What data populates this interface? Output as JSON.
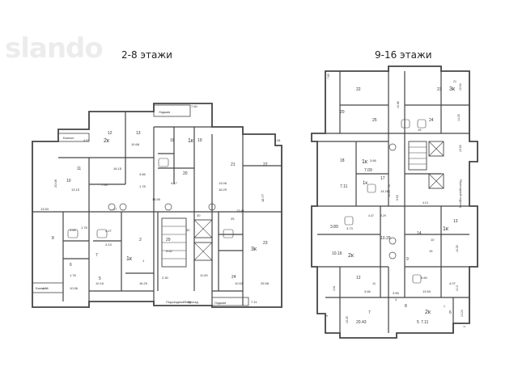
{
  "watermark": "slando",
  "headings": {
    "left_floors": "2-8 этажи",
    "right_floors": "9-16 этажи"
  },
  "left_plan": {
    "labels": {
      "balcony_top": "Балкон",
      "balcony_bottom": "Балкон",
      "loggia_top": "Лоджия",
      "loggia_bottom": "Лоджия",
      "entrance": "Подъездный подъезд",
      "apt_2k": "2к",
      "apt_1k_top": "1к",
      "apt_1k_mid": "1к",
      "apt_3k": "3к"
    },
    "numbers": [
      "4.07",
      "11",
      "12",
      "13",
      "10.68",
      "16.15",
      "7.49",
      "3.66",
      "1.78",
      "18",
      "19",
      "20",
      "4.17",
      "21",
      "22",
      "23",
      "13.06",
      "16.29",
      "18.77",
      "10",
      "13.15",
      "20.06",
      "13.53",
      "17",
      "16.55",
      "13.41",
      "8",
      "3.89",
      "4.27",
      "4.13",
      "1.78",
      "7",
      "6",
      "5",
      "2",
      "1",
      "1.78",
      "4.06",
      "10.56",
      "10.16",
      "16.29",
      "30",
      "32",
      "29",
      "9.62",
      "2.30",
      "11.60",
      "25",
      "24",
      "10.63",
      "25.58",
      "7.11",
      "7.81",
      "7.35",
      "7.60"
    ]
  },
  "right_plan": {
    "labels": {
      "apt_3k": "3к",
      "apt_1k_a": "1к",
      "apt_1k_b": "1к",
      "apt_1k_c": "1к",
      "apt_2k_a": "2к",
      "apt_2k_b": "2к",
      "entrance": "Переходный подъезд"
    },
    "numbers": [
      "7.89",
      "22",
      "23",
      "24",
      "25",
      "20",
      "21",
      "19.54",
      "15.88",
      "14.25",
      "15.63",
      "7.11",
      "18",
      "19",
      "3.66",
      "6.60",
      "7.09",
      "17",
      "16",
      "14.26",
      "4.13",
      "10.54",
      "4.47",
      "5.29",
      "3.73",
      "3.89",
      "14",
      "13",
      "15",
      "10.25",
      "10.16",
      "12",
      "11",
      "9.60",
      "3.66",
      "10.29",
      "9",
      "10",
      "4.61",
      "4.07",
      "13.50",
      "4.13",
      "3.55",
      "16.29",
      "14.24",
      "20.43",
      "7.11",
      "8",
      "7",
      "6",
      "5",
      "4",
      "3",
      "2",
      "1",
      "6.62"
    ]
  }
}
